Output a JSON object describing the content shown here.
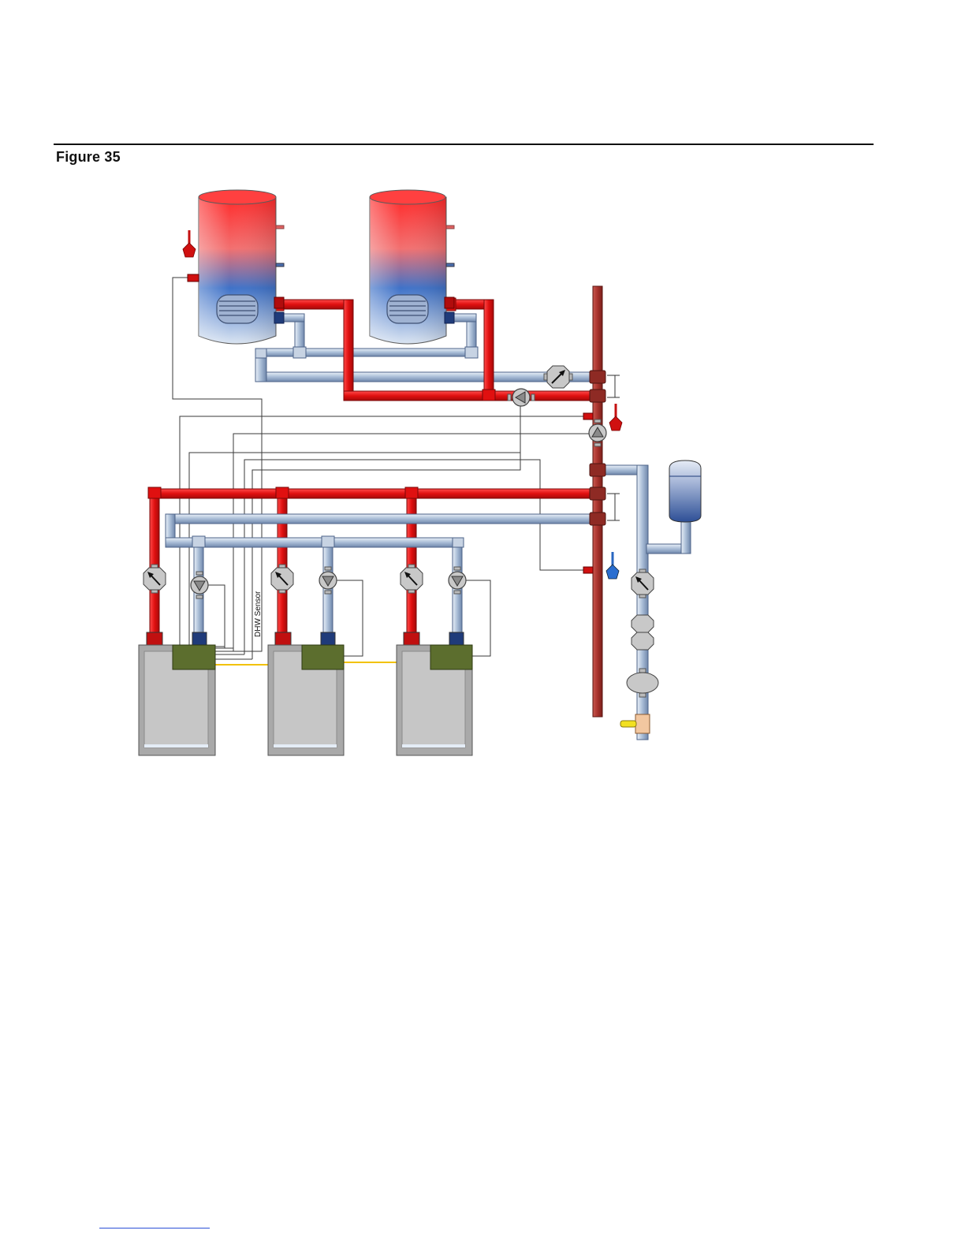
{
  "figure": {
    "title": "Figure 35"
  },
  "diagram": {
    "labels": {
      "dhw_sensor": "DHW Sensor"
    },
    "colors": {
      "supply": "#e01010",
      "return": "#a8bcd6",
      "manifold": "#a8332d",
      "boiler_body": "#bcbcbc",
      "control_box": "#5c6e2e",
      "comm_wire": "#f2c200"
    },
    "components": {
      "indirect_tanks": 2,
      "boilers": 3,
      "boiler_pumps": 3,
      "dhw_pumps": 2,
      "system_pump": 1,
      "expansion_tank": 1
    }
  }
}
